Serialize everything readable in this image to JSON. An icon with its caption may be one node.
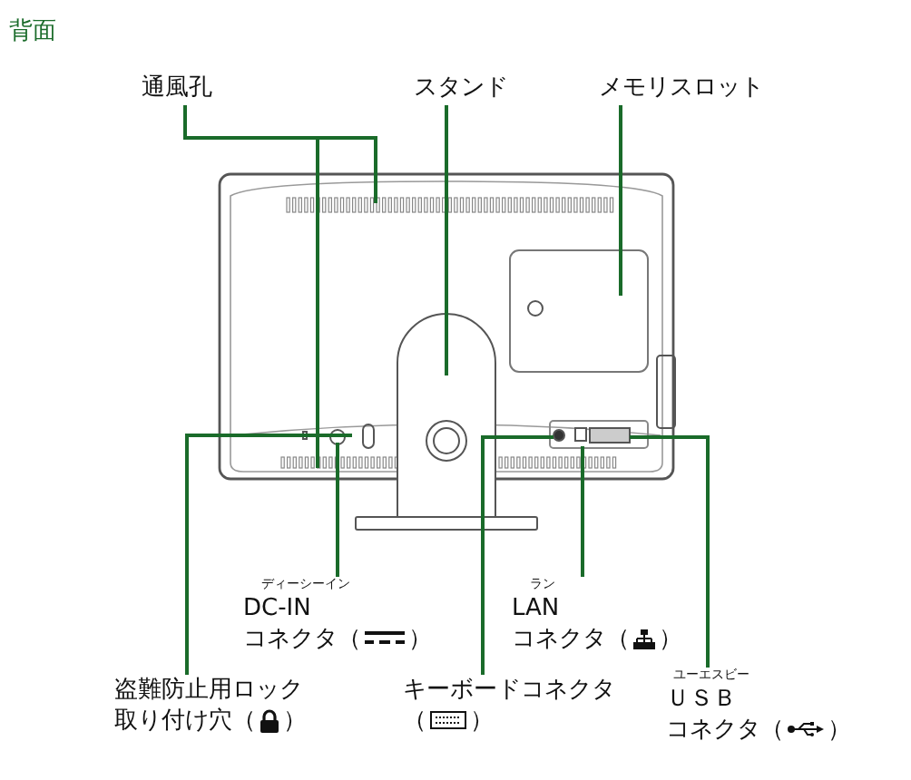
{
  "diagram": {
    "title": "背面",
    "nodes": [
      {
        "text": [
          "通風孔"
        ]
      },
      {
        "text": [
          "スタンド"
        ]
      },
      {
        "text": [
          "メモリスロット"
        ]
      },
      {
        "text": [
          "ディーシーイン",
          "DC-IN",
          "コネクタ（",
          "）"
        ]
      },
      {
        "text": [
          "ラン",
          "LAN",
          "コネクタ（",
          "）"
        ]
      },
      {
        "text": [
          "盗難防止用ロック取り付け穴（",
          "）"
        ]
      },
      {
        "text": [
          "キーボードコネクタ",
          "（",
          "）"
        ]
      },
      {
        "text": [
          "ユーエスビー",
          "ＵＳＢ",
          "コネクタ（",
          "）"
        ]
      }
    ],
    "edges": [
      {
        "from": 0,
        "to": null,
        "arrow": "none"
      },
      {
        "from": 0,
        "to": null,
        "arrow": "none"
      },
      {
        "from": 1,
        "to": null,
        "arrow": "none"
      },
      {
        "from": 2,
        "to": null,
        "arrow": "none"
      },
      {
        "from": 3,
        "to": null,
        "arrow": "none"
      },
      {
        "from": 4,
        "to": null,
        "arrow": "none"
      },
      {
        "from": 5,
        "to": null,
        "arrow": "none"
      },
      {
        "from": 6,
        "to": null,
        "arrow": "none"
      },
      {
        "from": 7,
        "to": null,
        "arrow": "none"
      }
    ]
  }
}
